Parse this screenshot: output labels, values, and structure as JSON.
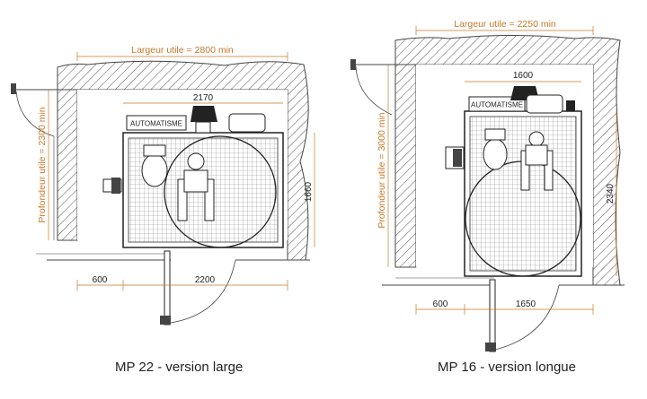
{
  "left": {
    "largeur": "Largeur utile = 2800 min",
    "profondeur": "Profondeur utile = 2300 min",
    "dim_top": "2170",
    "dim_side": "1660",
    "dim_bottom_left": "600",
    "dim_bottom_right": "2200",
    "automatisme": "AUTOMATISME",
    "caption": "MP 22 - version large"
  },
  "right": {
    "largeur": "Largeur utile = 2250 min",
    "profondeur": "Profondeur utile = 3000 min",
    "dim_top": "1600",
    "dim_side": "2340",
    "dim_bottom_left": "600",
    "dim_bottom_right": "1650",
    "automatisme": "AUTOMATISME",
    "caption": "MP 16 - version longue"
  }
}
